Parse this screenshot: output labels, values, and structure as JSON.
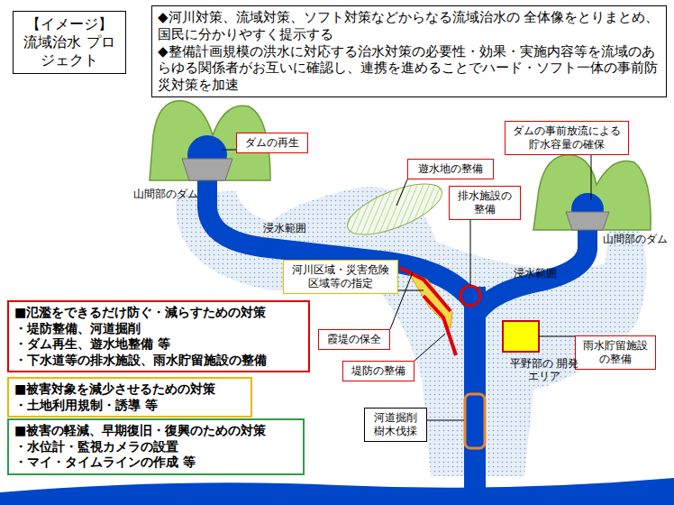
{
  "diagram": {
    "nodes": [
      {
        "text": [
          "【イメージ】 流域治水 プロジェクト"
        ]
      },
      {
        "text": [
          "◆河川対策、流域対策、ソフト対策などからなる流域治水の 全体像をとりまとめ、国民に分かりやすく提示する",
          "◆整備計画規模の洪水に対応する治水対策の必要性・効果・実施内容等を流域のあらゆる関係者がお互いに確認し、連携を進めることでハード・ソフト一体の事前防災対策を加速"
        ]
      },
      {
        "text": [
          "ダムの再生"
        ]
      },
      {
        "text": [
          "遊水地の整備"
        ]
      },
      {
        "text": [
          "ダムの事前放流による 貯水容量の確保"
        ]
      },
      {
        "text": [
          "排水施設の 整備"
        ]
      },
      {
        "text": [
          "河川区域・災害危険 区域等の指定"
        ]
      },
      {
        "text": [
          "霞堤の保全"
        ]
      },
      {
        "text": [
          "雨水貯留施設 の整備"
        ]
      },
      {
        "text": [
          "堤防の整備"
        ]
      },
      {
        "text": [
          "河道掘削 樹木伐採"
        ]
      },
      {
        "text": [
          "■氾濫をできるだけ防ぐ・減らすための対策",
          "・堤防整備、河道掘削",
          "・ダム再生、遊水地整備 等",
          "・下水道等の排水施設、雨水貯留施設の整備"
        ]
      },
      {
        "text": [
          "■被害対象を減少させるための対策",
          "・土地利用規制・誘導 等"
        ]
      },
      {
        "text": [
          "■被害の軽減、早期復旧・復興のための対策",
          "・水位計・監視カメラの設置",
          "・マイ・タイムラインの作成 等"
        ]
      }
    ],
    "labels": [
      "山間部のダム",
      "浸水範囲",
      "山間部のダム",
      "浸水範囲",
      "平野部の 開発エリア"
    ]
  }
}
